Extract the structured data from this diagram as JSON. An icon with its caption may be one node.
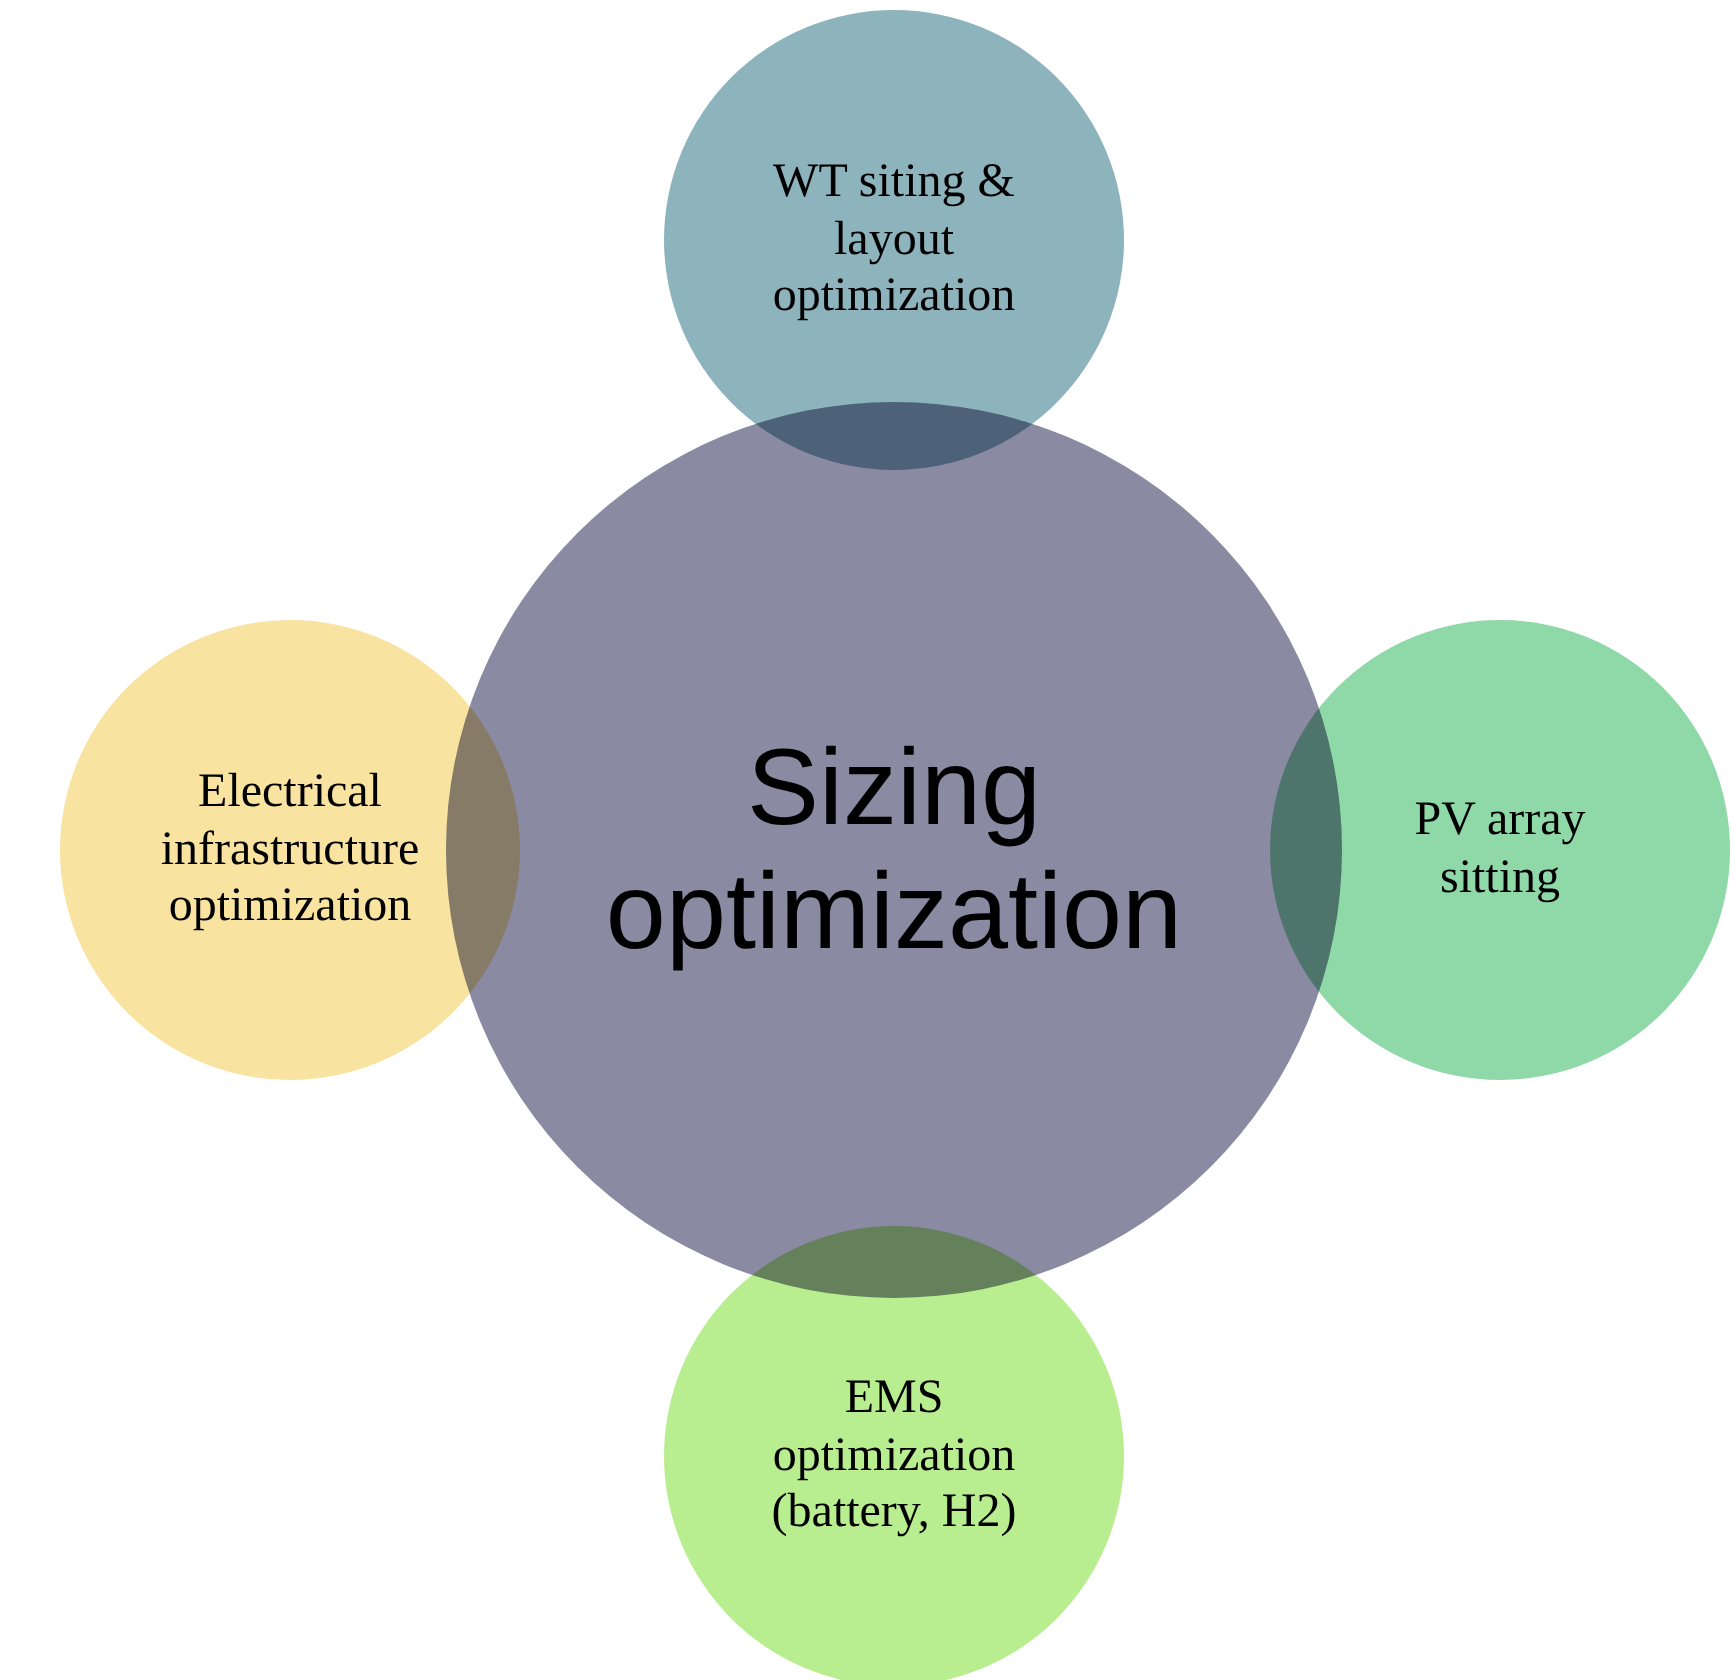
{
  "diagram": {
    "nodes": [
      {
        "text": [
          "WT siting & layout optimization"
        ]
      },
      {
        "text": [
          "Electrical infrastructure optimization"
        ]
      },
      {
        "text": [
          "Sizing optimization"
        ]
      },
      {
        "text": [
          "PV array sitting"
        ]
      },
      {
        "text": [
          "EMS optimization (battery, H2)"
        ]
      }
    ]
  }
}
